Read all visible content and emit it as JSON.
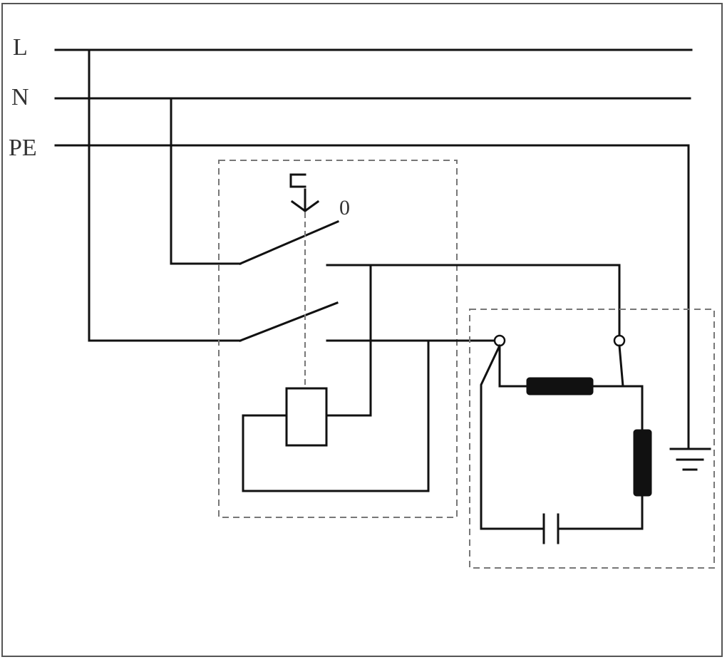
{
  "diagram": {
    "lines": {
      "l": "L",
      "n": "N",
      "pe": "PE"
    },
    "switch_off_label": "0",
    "colors": {
      "wire": "#111111",
      "dashed_box": "#777777",
      "frame": "#555555"
    }
  }
}
